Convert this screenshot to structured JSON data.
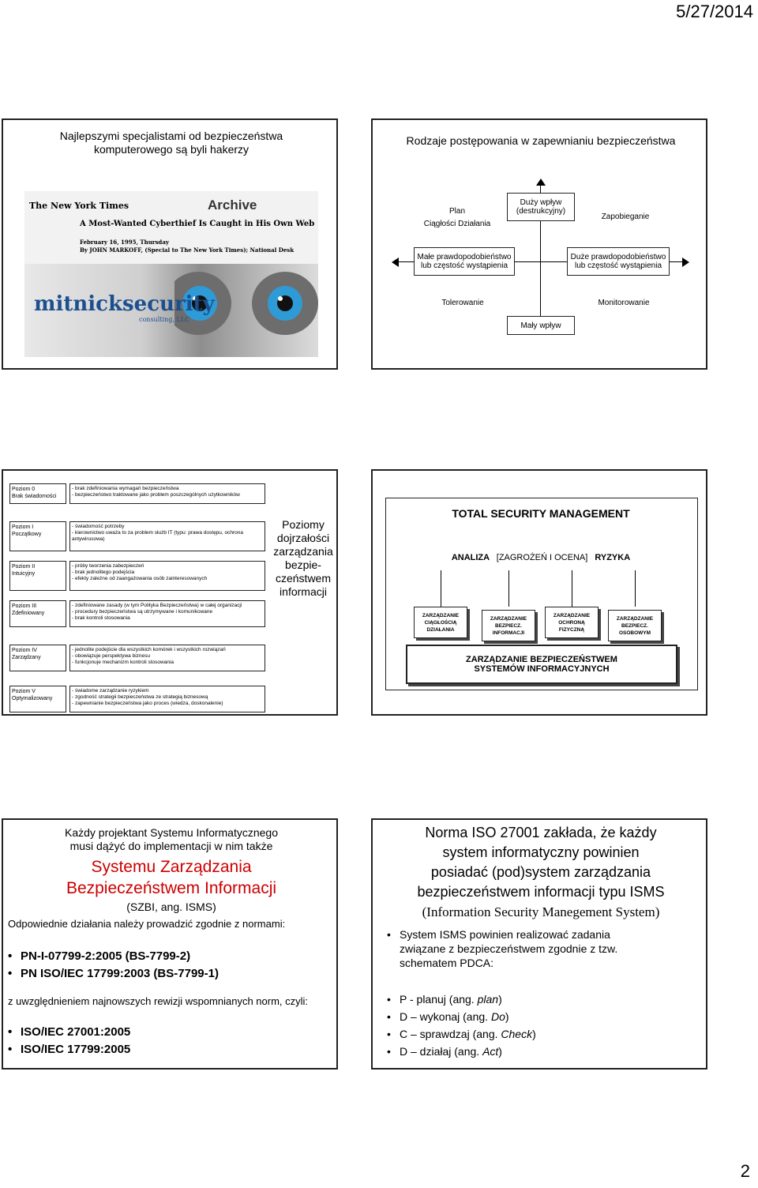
{
  "header": {
    "date": "5/27/2014"
  },
  "page_number": "2",
  "slide1": {
    "title_line1": "Najlepszymi specjalistami od bezpieczeństwa",
    "title_line2": "komputerowego są byli hakerzy",
    "image": {
      "nyt": "The New York Times",
      "archive": "Archive",
      "headline": "A Most-Wanted Cyberthief Is Caught in His Own Web",
      "byline1": "February 16, 1995, Thursday",
      "byline2": "By JOHN MARKOFF, (Special to The New York Times); National Desk",
      "brand": "mitnicksecurity",
      "brand_sub": "consulting, LLC"
    }
  },
  "slide2": {
    "title": "Rodzaje postępowania w zapewnianiu bezpieczeństwa",
    "axis_top_line1": "Duży wpływ",
    "axis_top_line2": "(destrukcyjny)",
    "axis_bottom": "Mały wpływ",
    "axis_left_line1": "Małe prawdopodobieństwo",
    "axis_left_line2": "lub częstość wystąpienia",
    "axis_right_line1": "Duże prawdopodobieństwo",
    "axis_right_line2": "lub częstość wystąpienia",
    "q_top_left_line1": "Plan",
    "q_top_left_line2": "Ciągłości Działania",
    "q_top_right": "Zapobieganie",
    "q_bottom_left": "Tolerowanie",
    "q_bottom_right": "Monitorowanie"
  },
  "slide3": {
    "side_title_1": "Poziomy",
    "side_title_2": "dojrzałości",
    "side_title_3": "zarządzania",
    "side_title_4": "bezpie-",
    "side_title_5": "czeństwem",
    "side_title_6": "informacji",
    "levels": [
      {
        "name1": "Poziom 0",
        "name2": "Brak świadomości",
        "desc": [
          "- brak zdefiniowania wymagań bezpieczeństwa",
          "- bezpieczeństwo traktowane jako problem poszczególnych użytkowników"
        ]
      },
      {
        "name1": "Poziom I",
        "name2": "Początkowy",
        "desc": [
          "- świadomość potrzeby",
          "- kierownictwo uważa to za problem służb IT (typu: prawa dostępu, ochrona",
          "antywirusowa)"
        ]
      },
      {
        "name1": "Poziom II",
        "name2": "Intuicyjny",
        "desc": [
          "- próby tworzenia zabezpieczeń",
          "- brak jednolitego podejścia",
          "- efekty zależne od zaangażowania osób zainteresowanych"
        ]
      },
      {
        "name1": "Poziom III",
        "name2": "Zdefiniowany",
        "desc": [
          "- zdefiniowane zasady (w tym Polityka Bezpieczeństwa) w całej organizacji",
          "- procedury bezpieczeństwa są utrzymywane i komunikowane",
          "- brak kontroli stosowania"
        ]
      },
      {
        "name1": "Poziom IV",
        "name2": "Zarządzany",
        "desc": [
          "- jednolite podejście dla wszystkich komórek i wszystkich rozwiązań",
          "- obowiązuje perspektywa biznesu",
          "- funkcjonuje mechanizm kontroli stosowania"
        ]
      },
      {
        "name1": "Poziom V",
        "name2": "Optymalizowany",
        "desc": [
          "- świadome zarządzanie ryzykiem",
          "- zgodność strategii bezpieczeństwa ze strategią biznesową",
          "- zapewnianie bezpieczeństwa jako proces (wiedza, doskonalenie)"
        ]
      }
    ]
  },
  "slide4": {
    "title": "TOTAL SECURITY MANAGEMENT",
    "analiza_1": "ANALIZA",
    "analiza_2": "[ZAGROŻEŃ I OCENA]",
    "analiza_3": "RYZYKA",
    "boxes": [
      {
        "l1": "ZARZĄDZANIE",
        "l2": "CIĄGŁOŚCIĄ",
        "l3": "DZIAŁANIA"
      },
      {
        "l1": "ZARZĄDZANIE",
        "l2": "BEZPIECZ.",
        "l3": "INFORMACJI"
      },
      {
        "l1": "ZARZĄDZANIE",
        "l2": "OCHRONĄ",
        "l3": "FIZYCZNĄ"
      },
      {
        "l1": "ZARZĄDZANIE",
        "l2": "BEZPIECZ.",
        "l3": "OSOBOWYM"
      }
    ],
    "bottom_line1": "ZARZĄDZANIE BEZPIECZEŃSTWEM",
    "bottom_line2": "SYSTEMÓW INFORMACYJNYCH"
  },
  "slide5": {
    "line1": "Każdy projektant Systemu Informatycznego",
    "line2": "musi dążyć do implementacji w nim także",
    "red1": "Systemu Zarządzania",
    "red2": "Bezpieczeństwem Informacji",
    "line3": "(SZBI, ang. ISMS)",
    "line4": "Odpowiednie działania należy prowadzić zgodnie z normami:",
    "norms1": [
      "PN-I-07799-2:2005 (BS-7799-2)",
      "PN ISO/IEC 17799:2003 (BS-7799-1)"
    ],
    "line5": "z uwzględnieniem najnowszych rewizji wspomnianych norm, czyli:",
    "norms2": [
      "ISO/IEC 27001:2005",
      "ISO/IEC 17799:2005"
    ]
  },
  "slide6": {
    "title_l1": "Norma ISO 27001 zakłada, że każdy",
    "title_l2": "system informatyczny powinien",
    "title_l3": "posiadać (pod)system zarządzania",
    "title_l4": "bezpieczeństwem informacji typu ISMS",
    "title_l5": "(Information Security Manegement System)",
    "bullet1_l1": "System ISMS powinien realizować zadania",
    "bullet1_l2": "związane z bezpieczeństwem zgodnie z tzw.",
    "bullet1_l3": "schematem PDCA:",
    "pdca": [
      {
        "text": "P - planuj (ang. ",
        "it": "plan",
        "end": ")"
      },
      {
        "text": "D – wykonaj (ang. ",
        "it": "Do",
        "end": ")"
      },
      {
        "text": "C – sprawdzaj (ang. ",
        "it": "Check",
        "end": ")"
      },
      {
        "text": "D – działaj (ang. ",
        "it": "Act",
        "end": ")"
      }
    ]
  }
}
